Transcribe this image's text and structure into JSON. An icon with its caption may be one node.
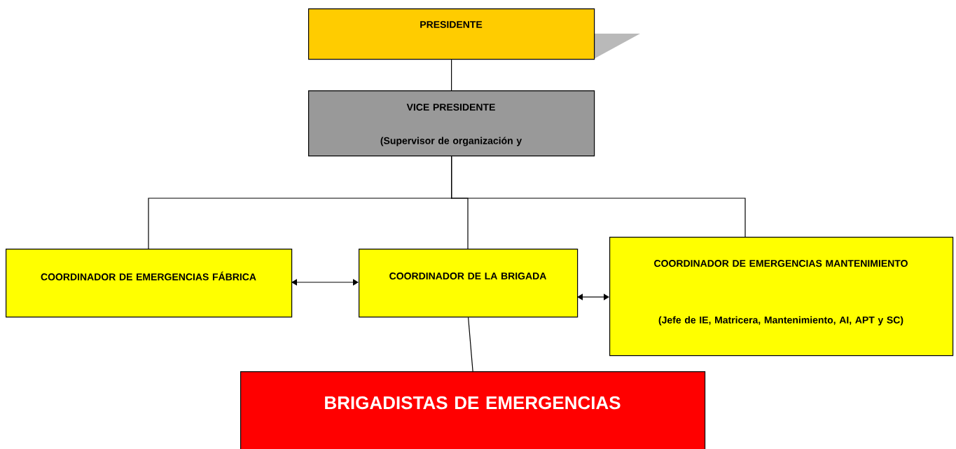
{
  "diagram": {
    "nodes": [
      {
        "text": [
          "PRESIDENTE"
        ]
      },
      {
        "text": [
          "VICE PRESIDENTE",
          "(Supervisor de organización y"
        ]
      },
      {
        "text": [
          "COORDINADOR DE EMERGENCIAS FÁBRICA"
        ]
      },
      {
        "text": [
          "COORDINADOR DE LA BRIGADA"
        ]
      },
      {
        "text": [
          "COORDINADOR DE EMERGENCIAS MANTENIMIENTO",
          "(Jefe de IE, Matricera, Mantenimiento, AI, APT y SC)"
        ]
      },
      {
        "text": [
          "BRIGADISTAS DE EMERGENCIAS"
        ]
      }
    ],
    "edges": [
      {
        "from": 0,
        "to": 1,
        "arrow": "none"
      },
      {
        "from": 1,
        "to": 2,
        "arrow": "none"
      },
      {
        "from": 1,
        "to": 3,
        "arrow": "none"
      },
      {
        "from": 1,
        "to": 4,
        "arrow": "none"
      },
      {
        "from": 2,
        "to": 3,
        "arrow": "both"
      },
      {
        "from": 3,
        "to": 4,
        "arrow": "both"
      },
      {
        "from": 3,
        "to": 5,
        "arrow": "none"
      }
    ]
  }
}
